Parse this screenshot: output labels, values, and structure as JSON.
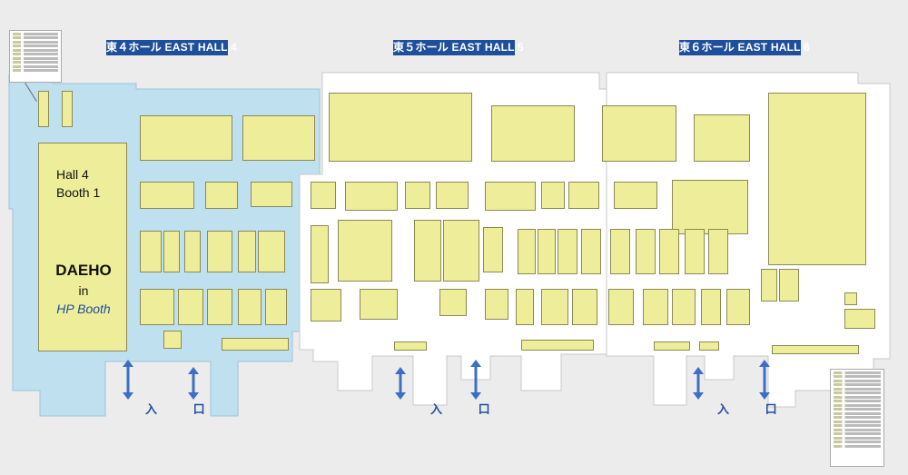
{
  "halls": [
    {
      "id": "hall4",
      "label": "東４ホール  EAST HALL 4"
    },
    {
      "id": "hall5",
      "label": "東５ホール  EAST HALL 5"
    },
    {
      "id": "hall6",
      "label": "東６ホール  EAST HALL 6"
    }
  ],
  "entrance_label": "入 口",
  "callout": {
    "hall": "Hall 4",
    "booth": "Booth 1",
    "company": "DAEHO",
    "in": "in",
    "host": "HP Booth"
  },
  "colors": {
    "hall4_fill": "#bfe0ef",
    "hall_fill": "#ffffff",
    "booth_fill": "#eeee9a",
    "header_blue": "#1f4f9c",
    "arrow_blue": "#3c6fc4"
  },
  "icons": {
    "entrance_arrow": "double-headed-vertical-arrow-icon"
  }
}
